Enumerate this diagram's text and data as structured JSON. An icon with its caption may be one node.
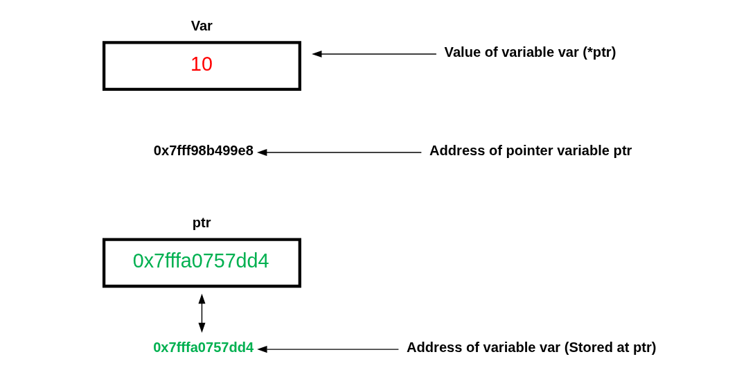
{
  "diagram": {
    "nodes": [
      {
        "text": [
          "ptr",
          "0x7fffa0757dd4"
        ]
      },
      {
        "text": [
          "0x7fff98b499e8"
        ]
      },
      {
        "text": [
          "Address of pointer variable ptr"
        ]
      },
      {
        "text": [
          "Var",
          "10"
        ]
      },
      {
        "text": [
          "Value of variable var (*ptr)"
        ]
      },
      {
        "text": [
          "0x7fffa0757dd4"
        ]
      },
      {
        "text": [
          "Address of variable var (Stored at ptr)"
        ]
      }
    ],
    "edges": [
      {
        "from": 2,
        "to": 1,
        "arrow": "to"
      },
      {
        "from": 4,
        "to": 3,
        "arrow": "to"
      },
      {
        "from": 6,
        "to": 5,
        "arrow": "to"
      },
      {
        "from": 5,
        "to": 0,
        "arrow": "both"
      }
    ]
  }
}
